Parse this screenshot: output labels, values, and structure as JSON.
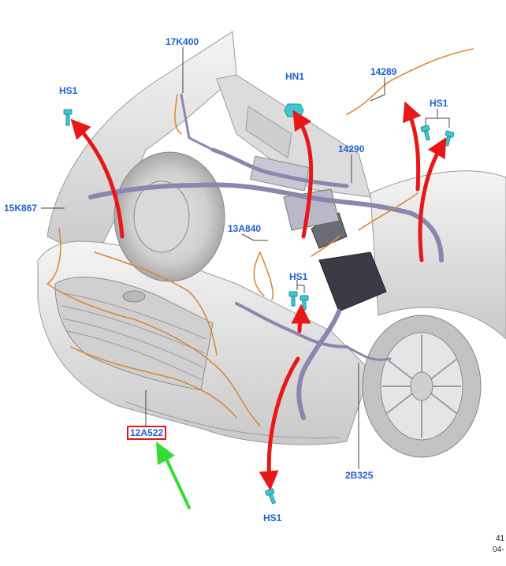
{
  "labels": {
    "k17k400": "17K400",
    "hn1": "HN1",
    "l14289": "14289",
    "hs1_top_left": "HS1",
    "hs1_top_right": "HS1",
    "l14290": "14290",
    "k15k867": "15K867",
    "l13a840": "13A840",
    "hs1_center": "HS1",
    "l12a522": "12A522",
    "l2b325": "2B325",
    "hs1_bottom": "HS1"
  },
  "footer": {
    "line1": "41",
    "line2": "04-"
  },
  "colors": {
    "label_text": "#1f5fd1",
    "highlight_box": "#e01818",
    "pointer_arrow": "#33dd33",
    "callout_arrow": "#e81818",
    "harness_purple": "#8a86b0",
    "harness_orange": "#d88a3a",
    "fastener_cyan": "#3ec8d0"
  },
  "icons": {
    "fastener": "push-pin-fastener-icon",
    "nut": "hex-nut-icon"
  }
}
